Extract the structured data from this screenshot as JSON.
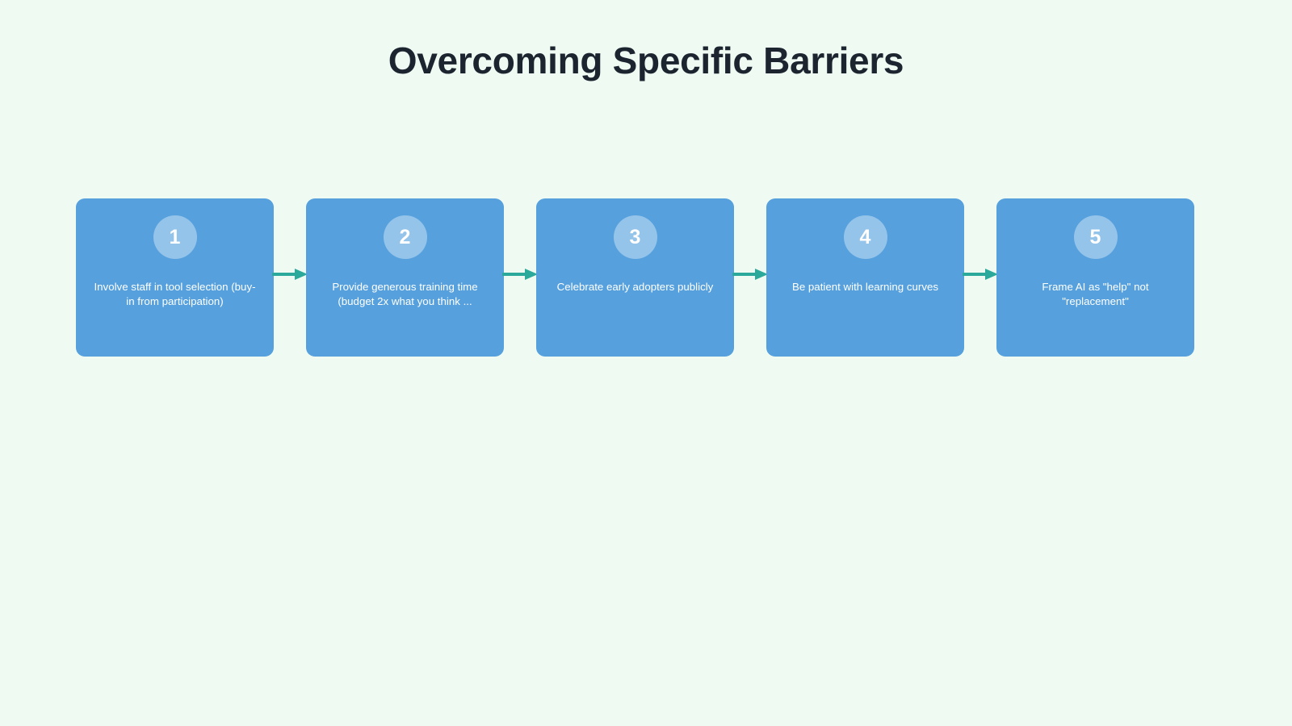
{
  "page": {
    "background_color": "#effaf2",
    "title": "Overcoming Specific Barriers"
  },
  "theme": {
    "card_color": "#55a0dd",
    "badge_color": "#95c4ea",
    "arrow_color": "#2ba99a",
    "title_color": "#1c2430",
    "card_text_color": "#ffffff"
  },
  "flow": {
    "type": "horizontal-step-flow",
    "connector_icon": "arrow-right-icon",
    "steps": [
      {
        "number": "1",
        "text": "Involve staff in tool selection (buy-in from participation)"
      },
      {
        "number": "2",
        "text": "Provide generous training time (budget 2x what you think ..."
      },
      {
        "number": "3",
        "text": "Celebrate early adopters publicly"
      },
      {
        "number": "4",
        "text": "Be patient with learning curves"
      },
      {
        "number": "5",
        "text": "Frame AI as \"help\" not \"replacement\""
      }
    ]
  }
}
